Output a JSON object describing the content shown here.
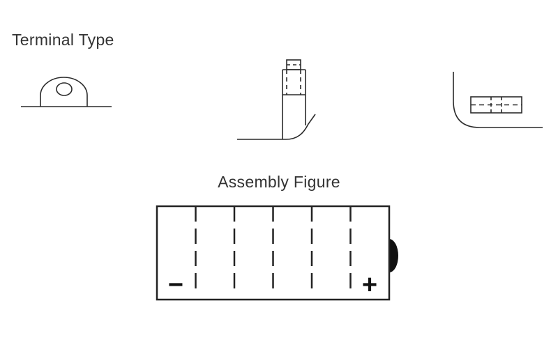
{
  "page": {
    "background": "#ffffff"
  },
  "colors": {
    "line": "#2a2a2a",
    "heading_text": "#333333",
    "terminal_bump": "#111111"
  },
  "terminal_type": {
    "title": "Terminal Type",
    "diagrams": [
      {
        "name": "ring-lug-terminal"
      },
      {
        "name": "threaded-post-terminal"
      },
      {
        "name": "flat-blade-terminal"
      }
    ]
  },
  "assembly_figure": {
    "title": "Assembly Figure",
    "battery": {
      "cell_count": 6,
      "negative_symbol": "−",
      "positive_symbol": "+",
      "side_terminal": "right"
    }
  }
}
